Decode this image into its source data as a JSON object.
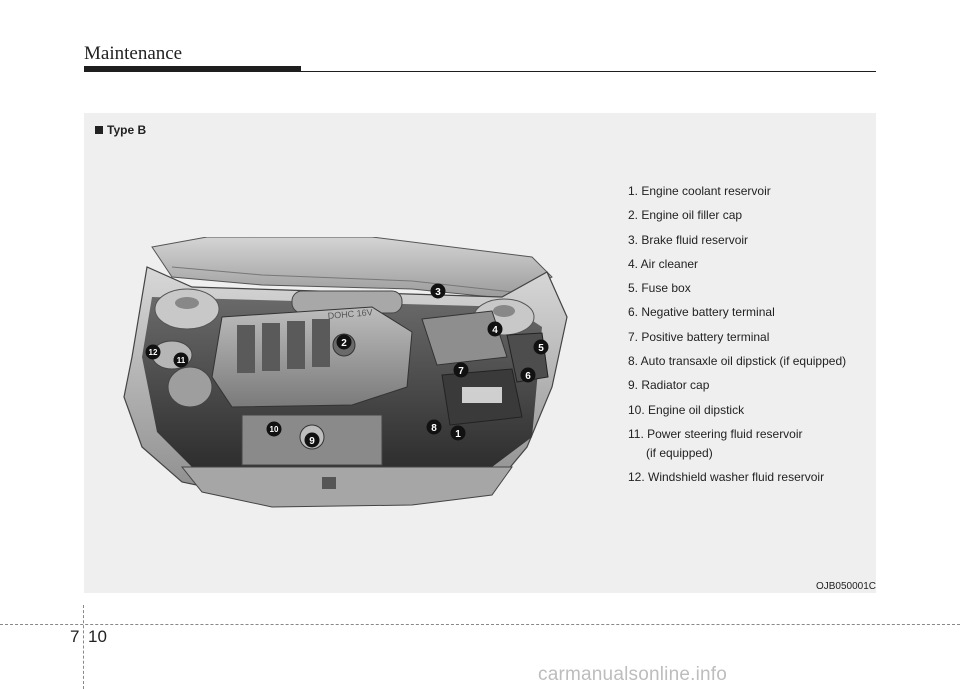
{
  "header": {
    "title": "Maintenance"
  },
  "figure": {
    "type_label": "Type B",
    "code": "OJB050001C",
    "engine_badge": "DOHC 16V",
    "callouts": [
      "1",
      "2",
      "3",
      "4",
      "5",
      "6",
      "7",
      "8",
      "9",
      "10",
      "11",
      "12"
    ]
  },
  "legend": {
    "items": [
      "1. Engine coolant reservoir",
      "2. Engine oil filler cap",
      "3. Brake fluid reservoir",
      "4. Air cleaner",
      "5. Fuse box",
      "6. Negative battery terminal",
      "7. Positive battery terminal",
      "8. Auto transaxle oil dipstick (if equipped)",
      "9. Radiator cap",
      "10. Engine oil dipstick",
      "11. Power steering fluid reservoir",
      "12. Windshield washer fluid reservoir"
    ],
    "item_11_sub": "(if equipped)"
  },
  "footer": {
    "chapter": "7",
    "page": "10",
    "watermark": "carmanualsonline.info"
  }
}
